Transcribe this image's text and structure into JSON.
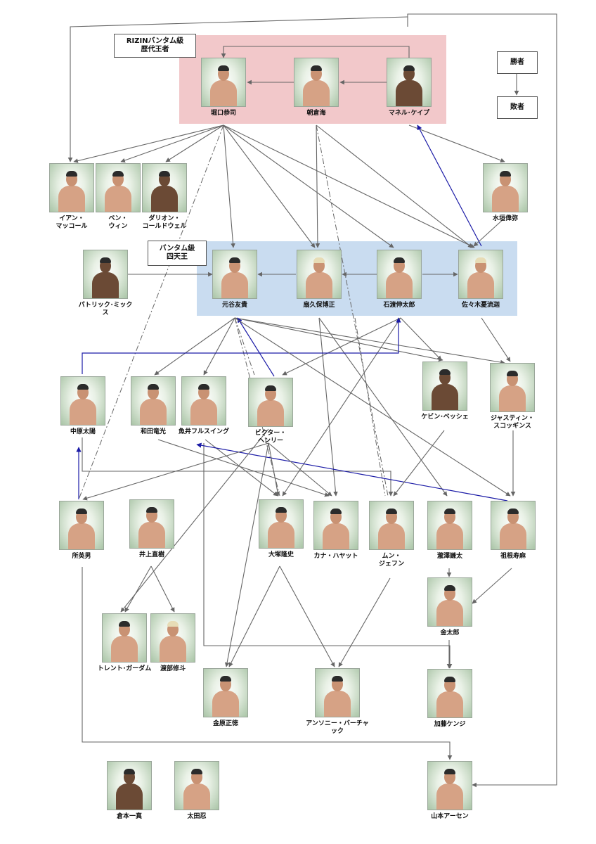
{
  "groups": {
    "champions_label": "RIZINバンタム級\n歴代王者",
    "champions_color": "#f2c8ca",
    "big4_label": "バンタム級\n四天王",
    "big4_color": "#c9dcf0"
  },
  "legend": {
    "winner": "勝者",
    "loser": "敗者"
  },
  "colors": {
    "normal": "#666666",
    "highlight": "#1a1aa6"
  },
  "fighters": {
    "horiguchi": "堀口恭司",
    "asakura": "朝倉海",
    "cape": "マネル･ケイプ",
    "mizugaki": "水垣偉弥",
    "ian": "イアン・\nマッコール",
    "ben": "ベン・\nウィン",
    "darrion": "ダリオン・\nコールドウェル",
    "mixx": "パトリック･ミックス",
    "motoya": "元谷友貴",
    "ogikubo": "扇久保博正",
    "ishiwata": "石渡伸太郎",
    "sasaki": "佐々木憂流迦",
    "nakahara": "中原太陽",
    "wada": "和田竜光",
    "uoi": "魚井フルスイング",
    "henry": "ビクター・\nヘンリー",
    "pessie": "ケビン･ベッシェ",
    "scoggins": "ジャスティン・\nスコッギンス",
    "tokoro": "所英男",
    "inoue": "井上直樹",
    "otsuka": "大塚隆史",
    "hayat": "カナ・ハヤット",
    "moon": "ムン・\nジェフン",
    "takizawa": "瀧澤謙太",
    "sone": "祖根寿麻",
    "kintaro": "金太郎",
    "gardam": "トレント･ガーダム",
    "watabe": "渡部修斗",
    "kanehara": "金原正徳",
    "birchak": "アンソニー・バーチャック",
    "kato": "加藤ケンジ",
    "kuramoto": "倉本一真",
    "ota": "太田忍",
    "yamamoto": "山本アーセン"
  }
}
